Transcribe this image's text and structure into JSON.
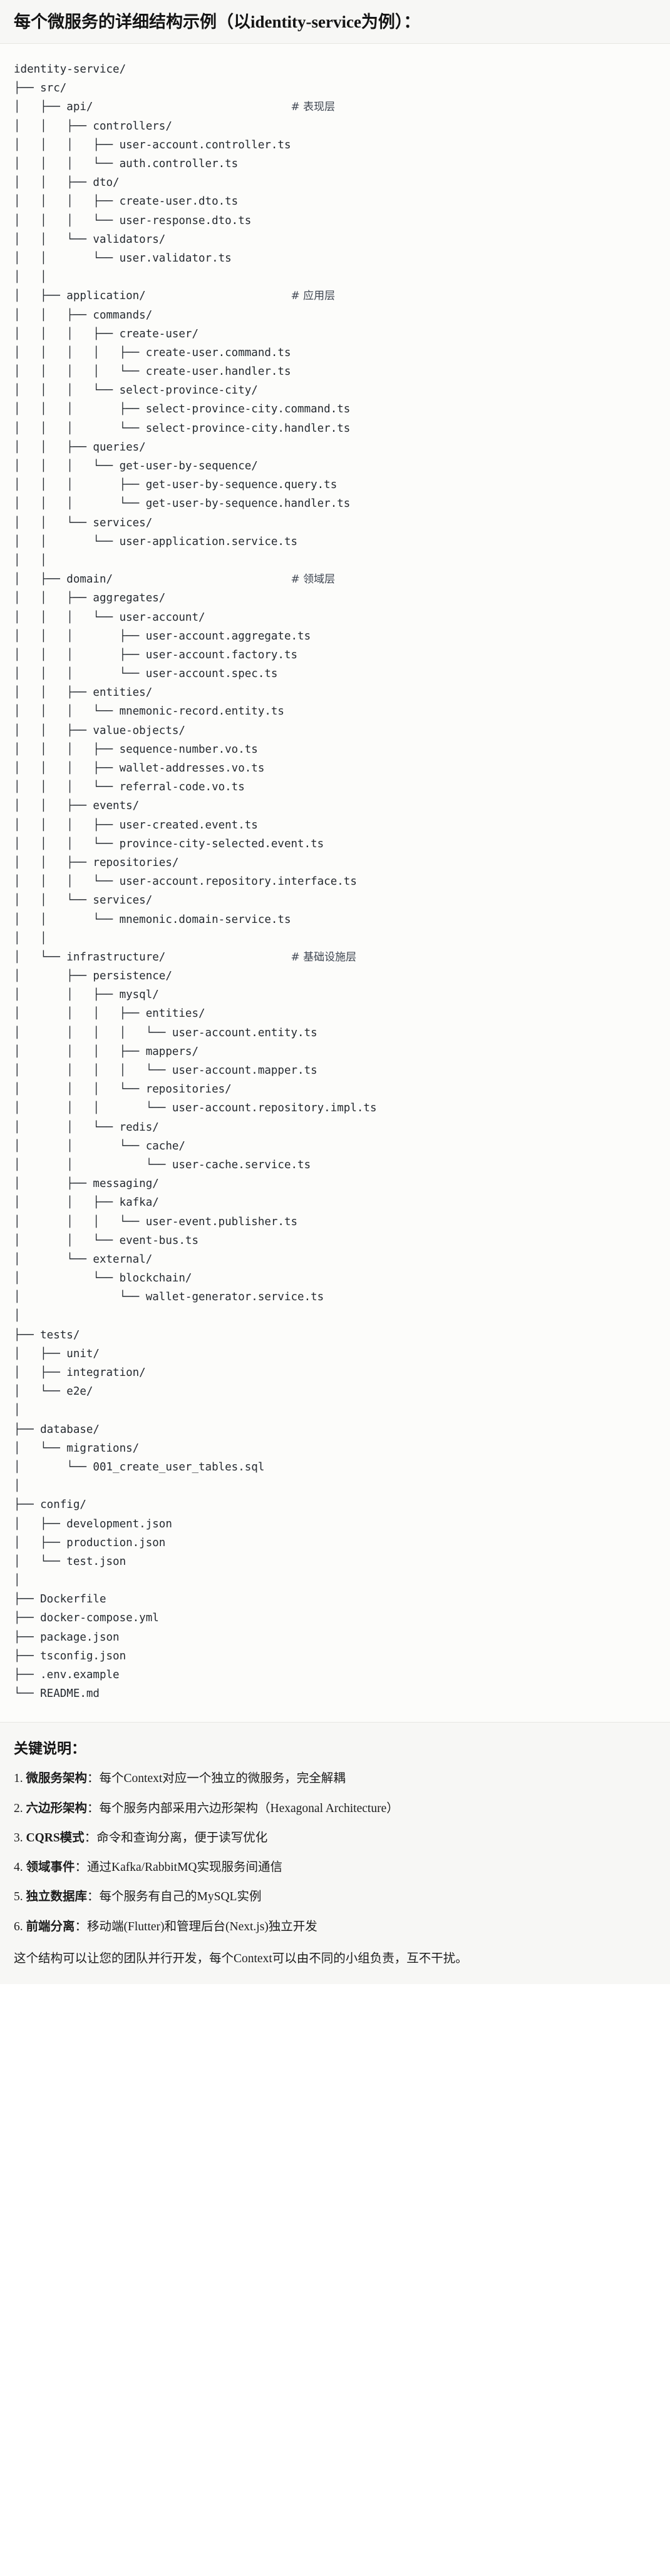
{
  "title": "每个微服务的详细结构示例（以identity-service为例）：",
  "tree": {
    "root": "identity-service/",
    "lines": [
      "identity-service/",
      "├── src/",
      "│   ├── api/                              # 表现层",
      "│   │   ├── controllers/",
      "│   │   │   ├── user-account.controller.ts",
      "│   │   │   └── auth.controller.ts",
      "│   │   ├── dto/",
      "│   │   │   ├── create-user.dto.ts",
      "│   │   │   └── user-response.dto.ts",
      "│   │   └── validators/",
      "│   │       └── user.validator.ts",
      "│   │",
      "│   ├── application/                      # 应用层",
      "│   │   ├── commands/",
      "│   │   │   ├── create-user/",
      "│   │   │   │   ├── create-user.command.ts",
      "│   │   │   │   └── create-user.handler.ts",
      "│   │   │   └── select-province-city/",
      "│   │   │       ├── select-province-city.command.ts",
      "│   │   │       └── select-province-city.handler.ts",
      "│   │   ├── queries/",
      "│   │   │   └── get-user-by-sequence/",
      "│   │   │       ├── get-user-by-sequence.query.ts",
      "│   │   │       └── get-user-by-sequence.handler.ts",
      "│   │   └── services/",
      "│   │       └── user-application.service.ts",
      "│   │",
      "│   ├── domain/                           # 领域层",
      "│   │   ├── aggregates/",
      "│   │   │   └── user-account/",
      "│   │   │       ├── user-account.aggregate.ts",
      "│   │   │       ├── user-account.factory.ts",
      "│   │   │       └── user-account.spec.ts",
      "│   │   ├── entities/",
      "│   │   │   └── mnemonic-record.entity.ts",
      "│   │   ├── value-objects/",
      "│   │   │   ├── sequence-number.vo.ts",
      "│   │   │   ├── wallet-addresses.vo.ts",
      "│   │   │   └── referral-code.vo.ts",
      "│   │   ├── events/",
      "│   │   │   ├── user-created.event.ts",
      "│   │   │   └── province-city-selected.event.ts",
      "│   │   ├── repositories/",
      "│   │   │   └── user-account.repository.interface.ts",
      "│   │   └── services/",
      "│   │       └── mnemonic.domain-service.ts",
      "│   │",
      "│   └── infrastructure/                   # 基础设施层",
      "│       ├── persistence/",
      "│       │   ├── mysql/",
      "│       │   │   ├── entities/",
      "│       │   │   │   └── user-account.entity.ts",
      "│       │   │   ├── mappers/",
      "│       │   │   │   └── user-account.mapper.ts",
      "│       │   │   └── repositories/",
      "│       │   │       └── user-account.repository.impl.ts",
      "│       │   └── redis/",
      "│       │       └── cache/",
      "│       │           └── user-cache.service.ts",
      "│       ├── messaging/",
      "│       │   ├── kafka/",
      "│       │   │   └── user-event.publisher.ts",
      "│       │   └── event-bus.ts",
      "│       └── external/",
      "│           └── blockchain/",
      "│               └── wallet-generator.service.ts",
      "│",
      "├── tests/",
      "│   ├── unit/",
      "│   ├── integration/",
      "│   └── e2e/",
      "│",
      "├── database/",
      "│   └── migrations/",
      "│       └── 001_create_user_tables.sql",
      "│",
      "├── config/",
      "│   ├── development.json",
      "│   ├── production.json",
      "│   └── test.json",
      "│",
      "├── Dockerfile",
      "├── docker-compose.yml",
      "├── package.json",
      "├── tsconfig.json",
      "├── .env.example",
      "└── README.md"
    ]
  },
  "notes": {
    "heading": "关键说明：",
    "items": [
      {
        "num": "1.",
        "lead": "微服务架构",
        "body": "：每个Context对应一个独立的微服务，完全解耦"
      },
      {
        "num": "2.",
        "lead": "六边形架构",
        "body": "：每个服务内部采用六边形架构（Hexagonal Architecture）"
      },
      {
        "num": "3.",
        "lead": "CQRS模式",
        "body": "：命令和查询分离，便于读写优化"
      },
      {
        "num": "4.",
        "lead": "领域事件",
        "body": "：通过Kafka/RabbitMQ实现服务间通信"
      },
      {
        "num": "5.",
        "lead": "独立数据库",
        "body": "：每个服务有自己的MySQL实例"
      },
      {
        "num": "6.",
        "lead": "前端分离",
        "body": "：移动端(Flutter)和管理后台(Next.js)独立开发"
      }
    ],
    "footer": "这个结构可以让您的团队并行开发，每个Context可以由不同的小组负责，互不干扰。"
  },
  "colors": {
    "page_bg": "#ffffff",
    "band_bg": "#f7f7f5",
    "code_bg": "#fcfcfa",
    "text": "#1a1a1a",
    "code_text": "#24292f",
    "border": "#e6e6e2"
  }
}
